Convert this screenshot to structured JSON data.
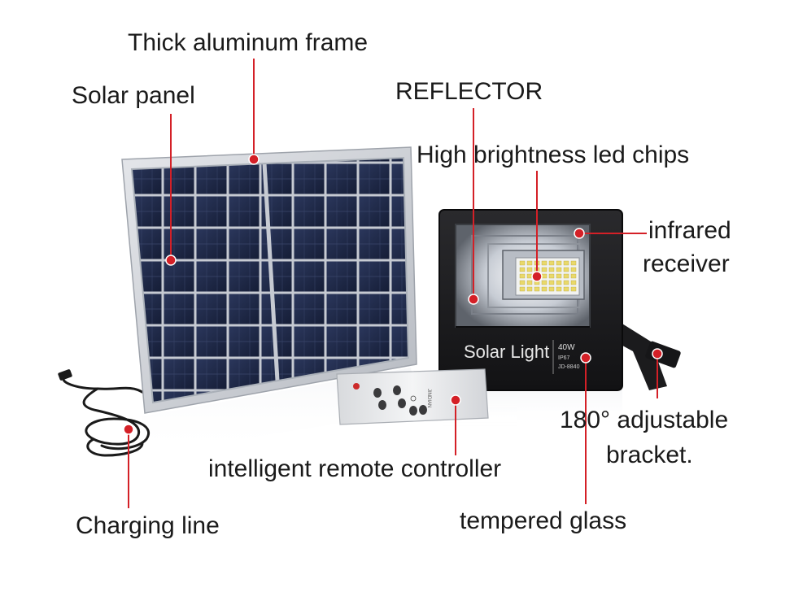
{
  "labels": {
    "frame": "Thick aluminum frame",
    "solar_panel": "Solar panel",
    "reflector": "REFLECTOR",
    "led_chips": "High brightness led chips",
    "infrared_line1": "infrared",
    "infrared_line2": "receiver",
    "bracket_line1": "180° adjustable",
    "bracket_line2": "bracket.",
    "remote": "intelligent remote controller",
    "charging": "Charging line",
    "glass": "tempered glass"
  },
  "product_print": {
    "brand_text": "Solar Light",
    "wattage": "40W",
    "rating": "IP67",
    "model": "JD-8840",
    "remote_brand": "JINDIAN"
  },
  "colors": {
    "callout": "#d42027",
    "panel_cell": "#1f2a4a",
    "frame": "#c9ccd2",
    "lamp_body": "#1c1c1e",
    "remote_body": "#e9eaec"
  },
  "icons": {
    "callout_marker": "red-dot"
  }
}
